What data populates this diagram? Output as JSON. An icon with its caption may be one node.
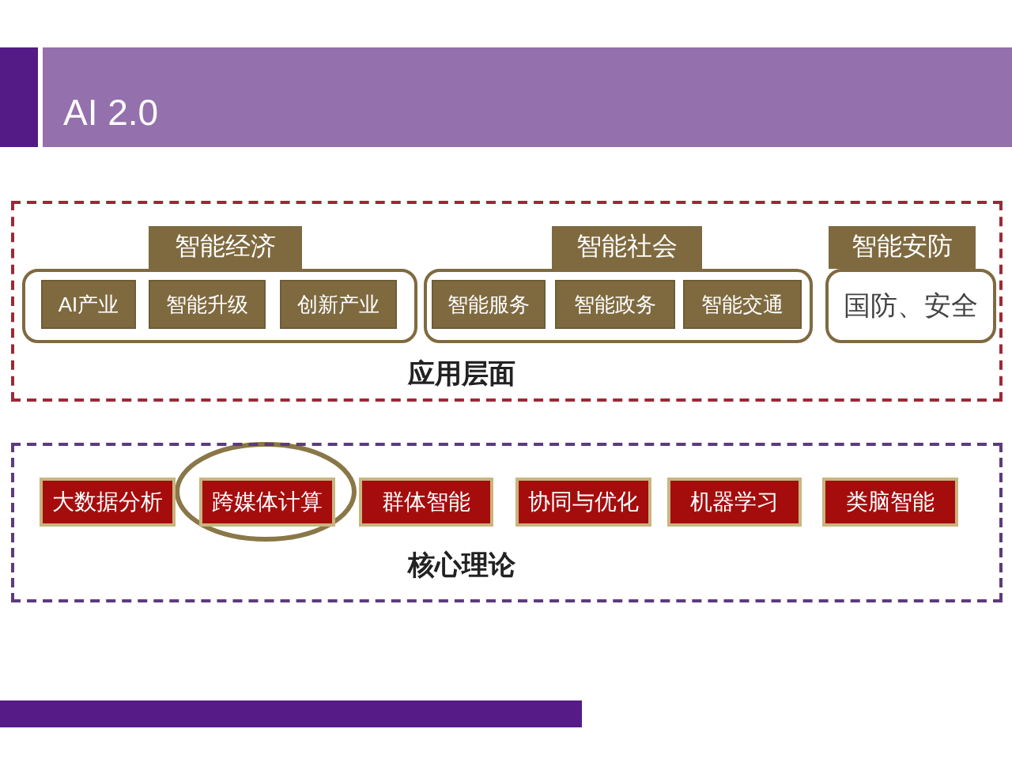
{
  "diagram": {
    "title": "AI 2.0",
    "nodes": [
      {
        "text": [
          "应用层面"
        ]
      },
      {
        "text": [
          "智能经济"
        ],
        "in": 0
      },
      {
        "text": [
          "AI产业"
        ],
        "in": 1
      },
      {
        "text": [
          "智能升级"
        ],
        "in": 1
      },
      {
        "text": [
          "创新产业"
        ],
        "in": 1
      },
      {
        "text": [
          "智能社会"
        ],
        "in": 0
      },
      {
        "text": [
          "智能服务"
        ],
        "in": 5
      },
      {
        "text": [
          "智能政务"
        ],
        "in": 5
      },
      {
        "text": [
          "智能交通"
        ],
        "in": 5
      },
      {
        "text": [
          "智能安防",
          "国防、安全"
        ],
        "in": 0
      },
      {
        "text": [
          "核心理论"
        ]
      },
      {
        "text": [
          "大数据分析"
        ],
        "in": 10
      },
      {
        "text": [
          "跨媒体计算"
        ],
        "in": 10
      },
      {
        "text": [
          "群体智能"
        ],
        "in": 10
      },
      {
        "text": [
          "协同与优化"
        ],
        "in": 10
      },
      {
        "text": [
          "机器学习"
        ],
        "in": 10
      },
      {
        "text": [
          "类脑智能"
        ],
        "in": 10
      }
    ]
  }
}
